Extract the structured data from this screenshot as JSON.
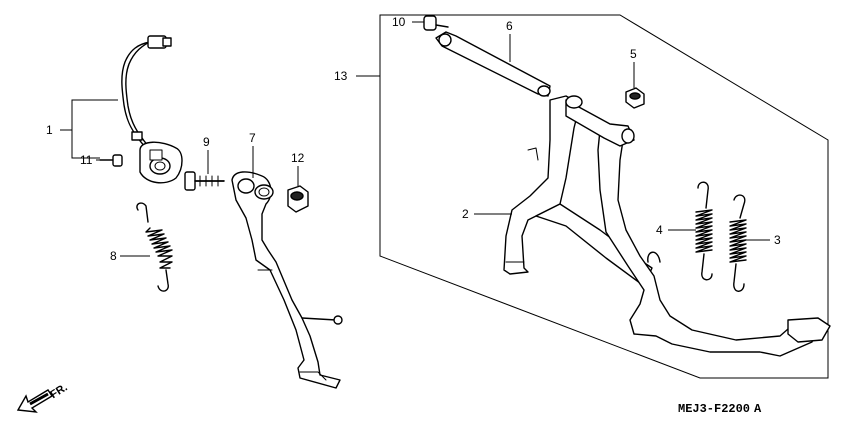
{
  "callouts": {
    "c1": "1",
    "c2": "2",
    "c3": "3",
    "c4": "4",
    "c5": "5",
    "c6": "6",
    "c7": "7",
    "c8": "8",
    "c9": "9",
    "c10": "10",
    "c11": "11",
    "c12": "12",
    "c13": "13"
  },
  "direction_label": "FR.",
  "diagram_code": "MEJ3-F2200",
  "diagram_suffix": "A"
}
